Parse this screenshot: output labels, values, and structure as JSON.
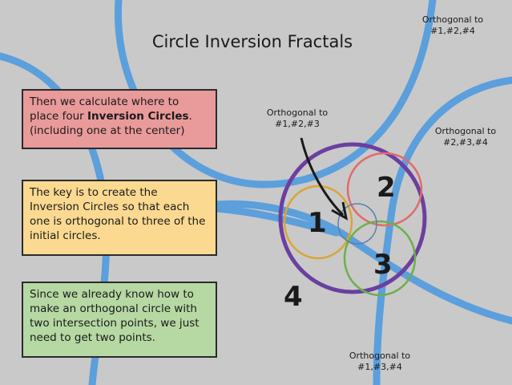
{
  "title": "Circle Inversion Fractals",
  "boxes": {
    "red": {
      "before": "Then we calculate where to place four ",
      "bold": "Inversion Circles",
      "after": ". (including one at the center)"
    },
    "yellow": {
      "text": "The key is to create the Inversion Circles so that each one is orthogonal to three of the initial circles."
    },
    "green": {
      "text": "Since we already know how to make an orthogonal circle with two intersection points, we just need to get two points."
    }
  },
  "notes": {
    "top_right": {
      "line1": "Orthogonal to",
      "line2": "#1,#2,#4"
    },
    "center": {
      "line1": "Orthogonal to",
      "line2": "#1,#2,#3"
    },
    "right": {
      "line1": "Orthogonal to",
      "line2": "#2,#3,#4"
    },
    "bottom_right": {
      "line1": "Orthogonal to",
      "line2": "#1,#3,#4"
    }
  },
  "numbers": {
    "n1": "1",
    "n2": "2",
    "n3": "3",
    "n4": "4"
  },
  "colors": {
    "background": "#c9c9c9",
    "arc_blue": "#5b9fdc",
    "circle_purple": "#6b3fa0",
    "circle_red": "#e06b6b",
    "circle_yellow": "#d9a534",
    "circle_green": "#6ab04c",
    "circle_center": "#5a7fb0"
  }
}
